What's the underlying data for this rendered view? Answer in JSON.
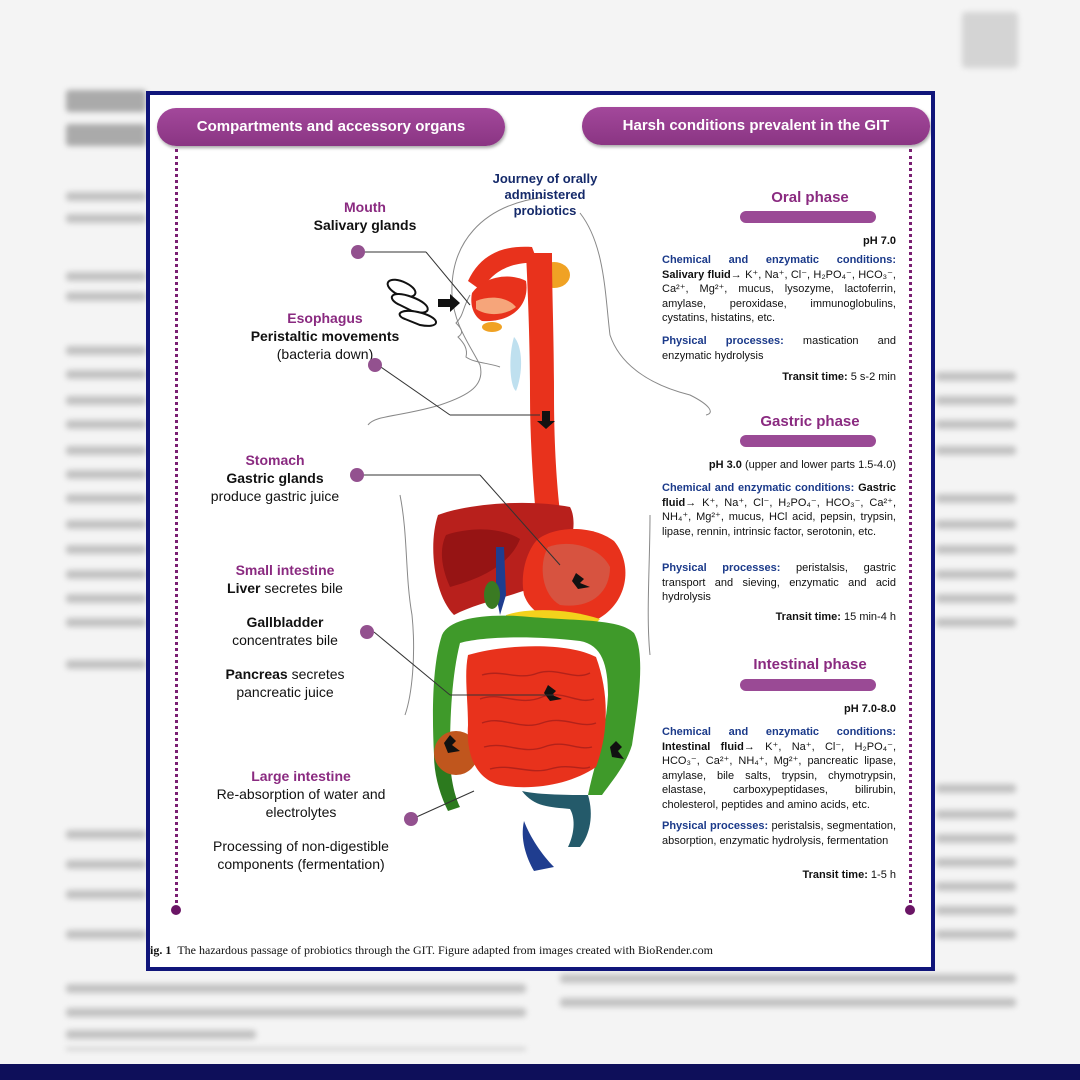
{
  "header_left": "Compartments and accessory organs",
  "header_right": "Harsh conditions prevalent in the GIT",
  "journey": "Journey of orally administered probiotics",
  "left": {
    "mouth": {
      "title": "Mouth",
      "line": "Salivary glands"
    },
    "esophagus": {
      "title": "Esophagus",
      "line1": "Peristaltic movements",
      "line2": "(bacteria down)"
    },
    "stomach": {
      "title": "Stomach",
      "line1": "Gastric glands",
      "line2": "produce gastric juice"
    },
    "small_intestine": {
      "title": "Small intestine",
      "liver_bold": "Liver",
      "liver_rest": " secretes bile",
      "gall_bold": "Gallbladder",
      "gall_rest": "concentrates bile",
      "pancreas_bold": "Pancreas",
      "pancreas_rest1": " secretes",
      "pancreas_rest2": "pancreatic juice"
    },
    "large_intestine": {
      "title": "Large intestine",
      "line1": "Re-absorption of water and",
      "line2": "electrolytes",
      "line3": "Processing of non-digestible",
      "line4": "components (fermentation)"
    }
  },
  "oral": {
    "title": "Oral phase",
    "ph": "pH 7.0",
    "chem_label": "Chemical and enzymatic conditions:",
    "fluid_label": "Salivary fluid→",
    "fluid": " K⁺, Na⁺, Cl⁻, H₂PO₄⁻, HCO₃⁻, Ca²⁺, Mg²⁺, mucus, lysozyme, lactoferrin, amylase, peroxidase, immunoglobulins, cystatins, histatins, etc.",
    "phys_label": "Physical processes:",
    "phys": " mastication and enzymatic hydrolysis",
    "transit_label": "Transit time:",
    "transit": " 5 s-2 min"
  },
  "gastric": {
    "title": "Gastric phase",
    "ph_bold": "pH 3.0",
    "ph_rest": " (upper and lower parts 1.5-4.0)",
    "chem_label": "Chemical and enzymatic conditions:",
    "fluid_label": "Gastric fluid→",
    "fluid": " K⁺, Na⁺, Cl⁻, H₂PO₄⁻, HCO₃⁻, Ca²⁺, NH₄⁺, Mg²⁺, mucus, HCl acid, pepsin, trypsin, lipase, rennin, intrinsic factor, serotonin, etc.",
    "phys_label": "Physical processes:",
    "phys": " peristalsis, gastric transport and sieving, enzymatic and acid hydrolysis",
    "transit_label": "Transit time:",
    "transit": " 15 min-4 h"
  },
  "intestinal": {
    "title": "Intestinal phase",
    "ph": "pH 7.0-8.0",
    "chem_label": "Chemical and enzymatic conditions:",
    "fluid_label": "Intestinal fluid→",
    "fluid": " K⁺, Na⁺, Cl⁻, H₂PO₄⁻, HCO₃⁻, Ca²⁺, NH₄⁺, Mg²⁺, pancreatic lipase, amylase, bile salts, trypsin, chymotrypsin, elastase, carboxypeptidases, bilirubin, cholesterol, peptides and amino acids, etc.",
    "phys_label": "Physical processes:",
    "phys": " peristalsis, segmentation, absorption, enzymatic hydrolysis, fermentation",
    "transit_label": "Transit time:",
    "transit": " 1-5 h"
  },
  "caption": {
    "label": "ig. 1",
    "text": "The hazardous passage of probiotics through the GIT. Figure adapted from images created with BioRender.com"
  },
  "colors": {
    "accent": "#8a2a80",
    "border": "#10157a",
    "blue_label": "#1b3a8a",
    "organ_red": "#e8321c",
    "intestine_green": "#3f9a2a"
  }
}
